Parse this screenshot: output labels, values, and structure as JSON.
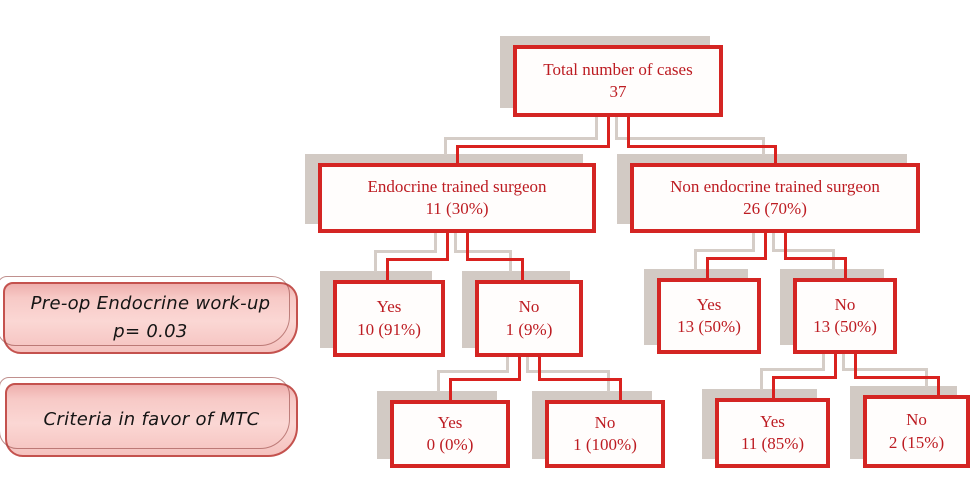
{
  "colors": {
    "box_border_red": "#d42523",
    "box_text_red": "#bd1c22",
    "connector_red": "#d9221f",
    "shadow_gray": "#d2cac4",
    "label_fill_pink": "#f7c9c6",
    "label_border": "#c4524e"
  },
  "tree": {
    "root": {
      "line1": "Total number of cases",
      "line2": "37"
    },
    "endocrine": {
      "line1": "Endocrine trained surgeon",
      "line2": "11 (30%)"
    },
    "non_endocrine": {
      "line1": "Non endocrine trained surgeon",
      "line2": "26 (70%)"
    },
    "endocrine_yes": {
      "line1": "Yes",
      "line2": "10 (91%)"
    },
    "endocrine_no": {
      "line1": "No",
      "line2": "1 (9%)"
    },
    "non_endocrine_yes": {
      "line1": "Yes",
      "line2": "13 (50%)"
    },
    "non_endocrine_no": {
      "line1": "No",
      "line2": "13 (50%)"
    },
    "endocrine_no_yes": {
      "line1": "Yes",
      "line2": "0 (0%)"
    },
    "endocrine_no_no": {
      "line1": "No",
      "line2": "1 (100%)"
    },
    "non_endocrine_no_yes": {
      "line1": "Yes",
      "line2": "11 (85%)"
    },
    "non_endocrine_no_no": {
      "line1": "No",
      "line2": "2 (15%)"
    }
  },
  "labels": {
    "preop": {
      "line1": "Pre-op Endocrine work-up",
      "line2": "p= 0.03"
    },
    "criteria": {
      "line1": "Criteria in favor of MTC"
    }
  }
}
